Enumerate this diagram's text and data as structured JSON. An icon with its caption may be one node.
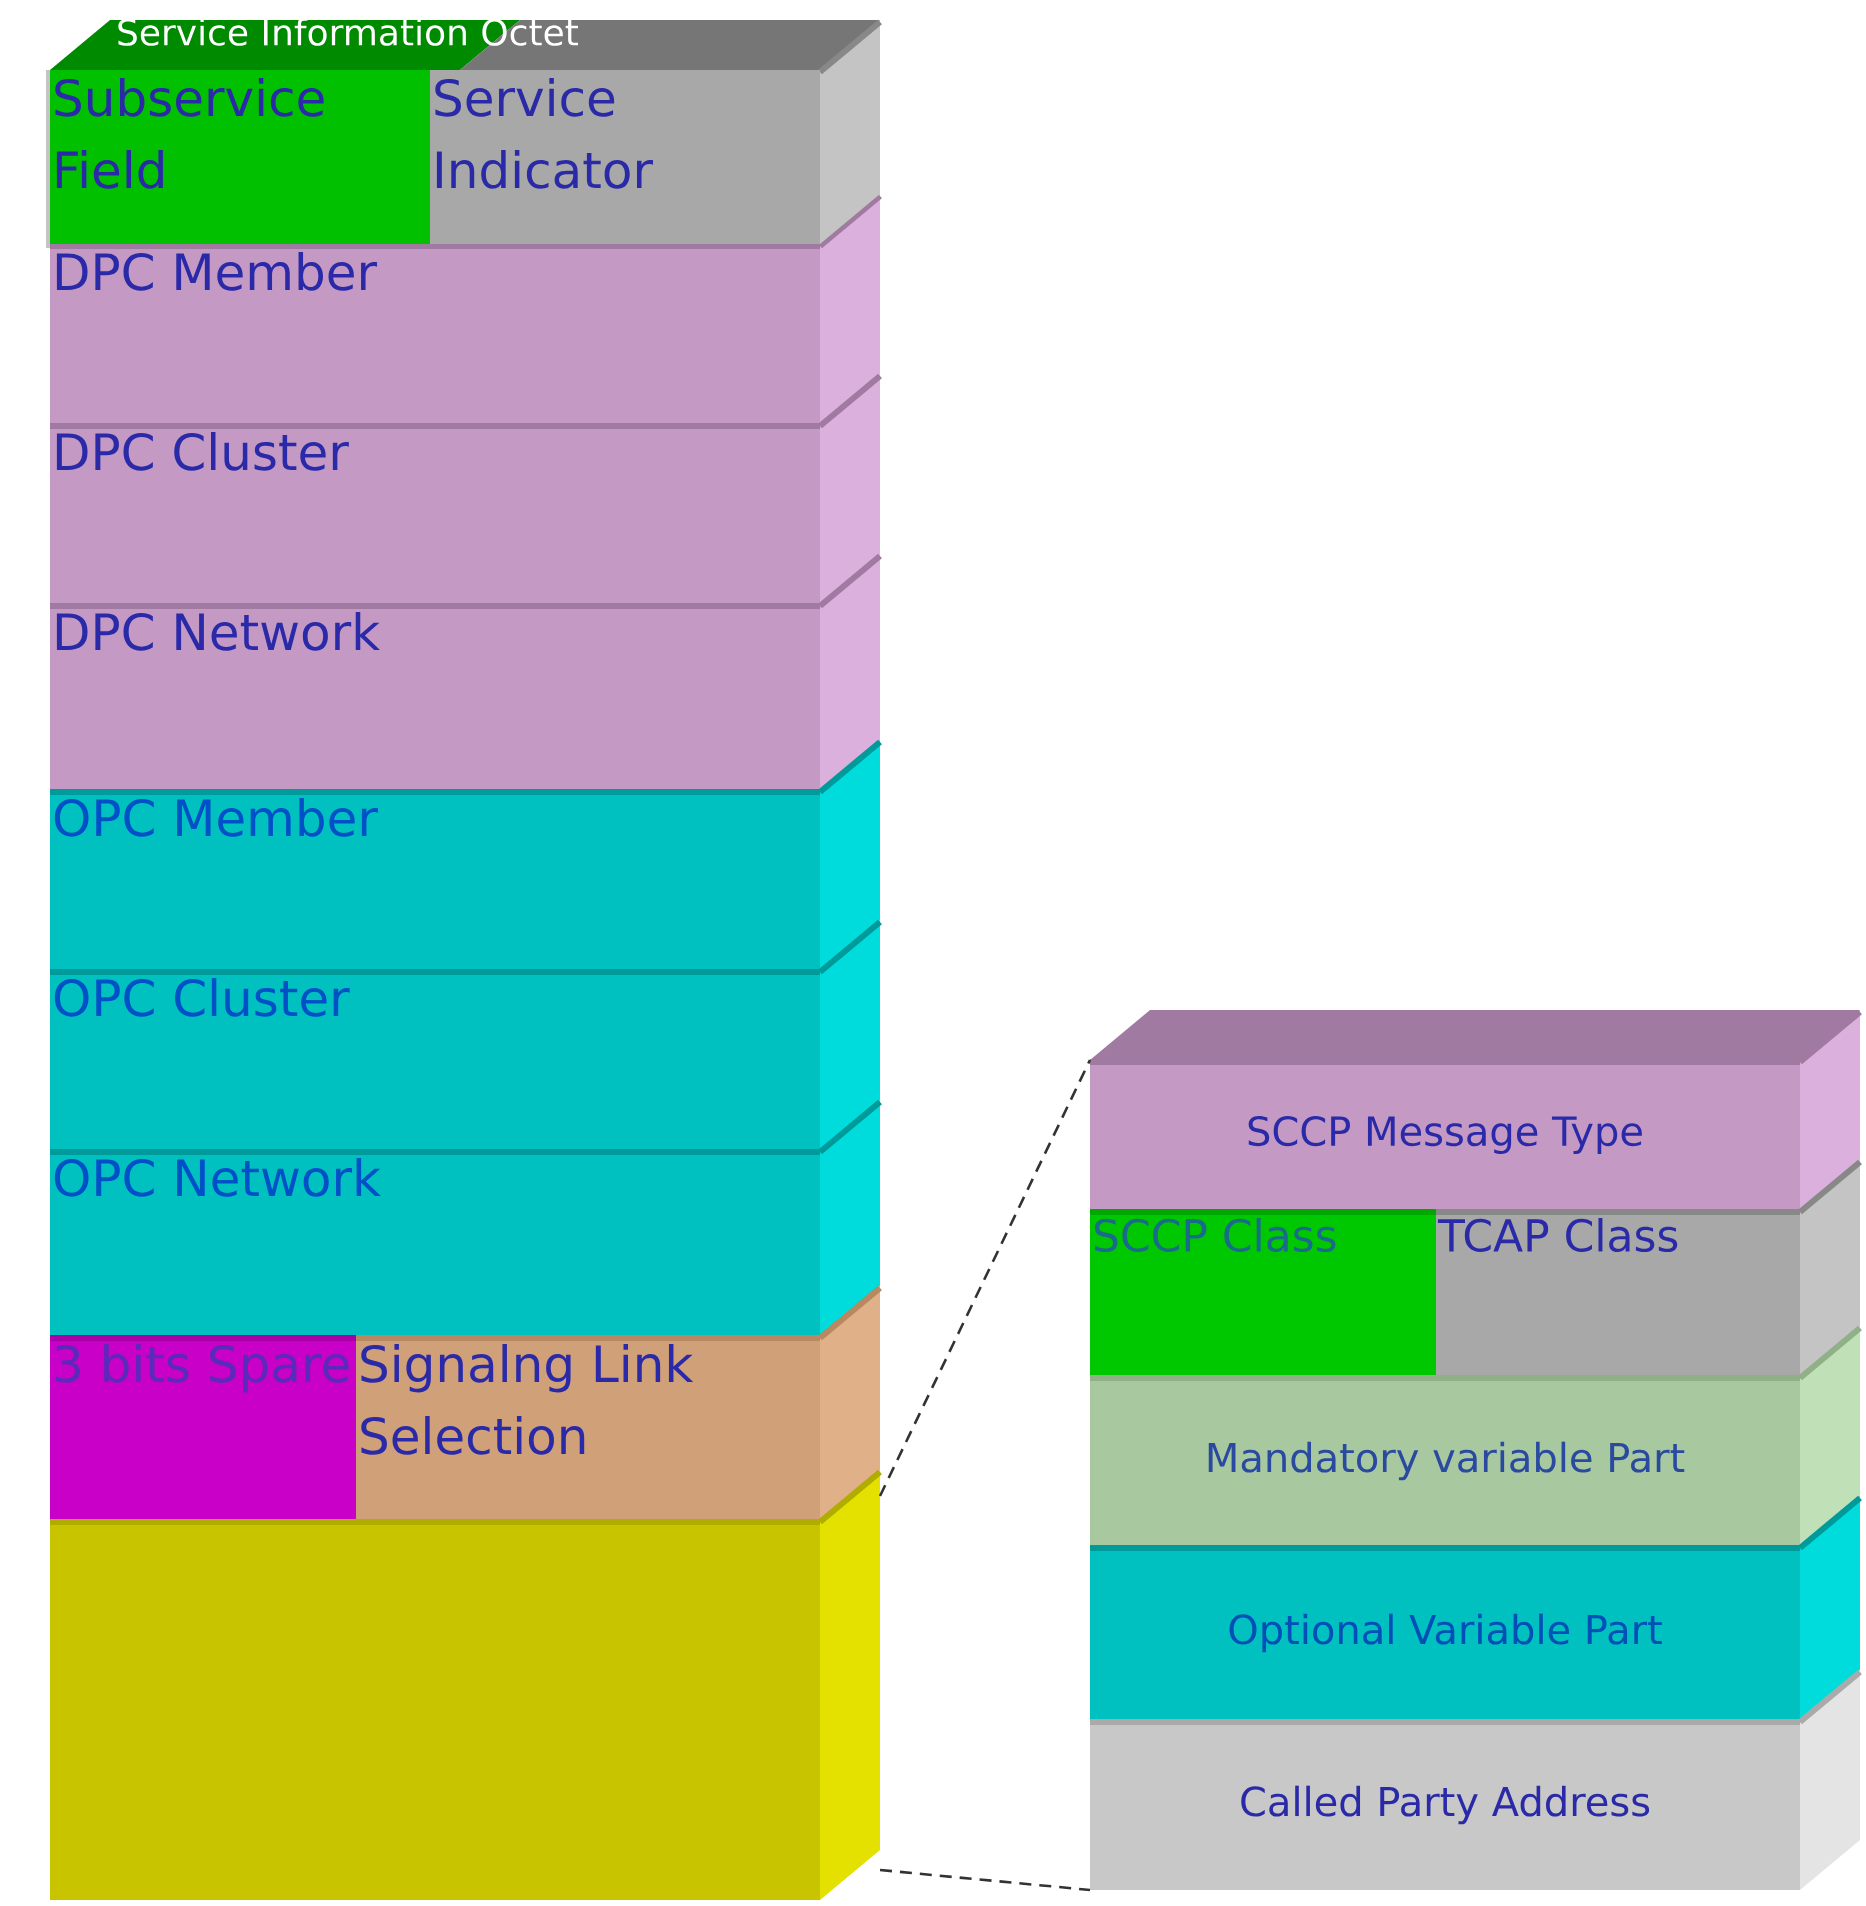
{
  "diagram": {
    "nodes": [
      {
        "text": [
          "Service Information Octet"
        ]
      },
      {
        "text": [
          "Subservice Field"
        ],
        "in": 0
      },
      {
        "text": [
          "Service Indicator"
        ],
        "in": 0
      },
      {
        "text": [
          "DPC Member"
        ]
      },
      {
        "text": [
          "DPC Cluster"
        ]
      },
      {
        "text": [
          "DPC Network"
        ]
      },
      {
        "text": [
          "OPC Member"
        ]
      },
      {
        "text": [
          "OPC Cluster"
        ]
      },
      {
        "text": [
          "OPC Network"
        ]
      },
      {
        "text": [
          "3 bits Spare"
        ]
      },
      {
        "text": [
          "Signalng Link Selection"
        ]
      },
      {
        "text": [],
        "shape": "box"
      },
      {
        "text": [
          "SCCP Message Type"
        ]
      },
      {
        "text": [
          "SCCP Class"
        ]
      },
      {
        "text": [
          "TCAP Class"
        ]
      },
      {
        "text": [
          "Mandatory variable Part"
        ]
      },
      {
        "text": [
          "Optional Variable Part"
        ]
      },
      {
        "text": [
          "Called Party Address"
        ]
      }
    ],
    "edges": [
      {
        "from": 11,
        "to": 12,
        "arrow": "none",
        "style": "dashed"
      },
      {
        "from": 11,
        "to": 17,
        "arrow": "none",
        "style": "dashed"
      }
    ]
  }
}
